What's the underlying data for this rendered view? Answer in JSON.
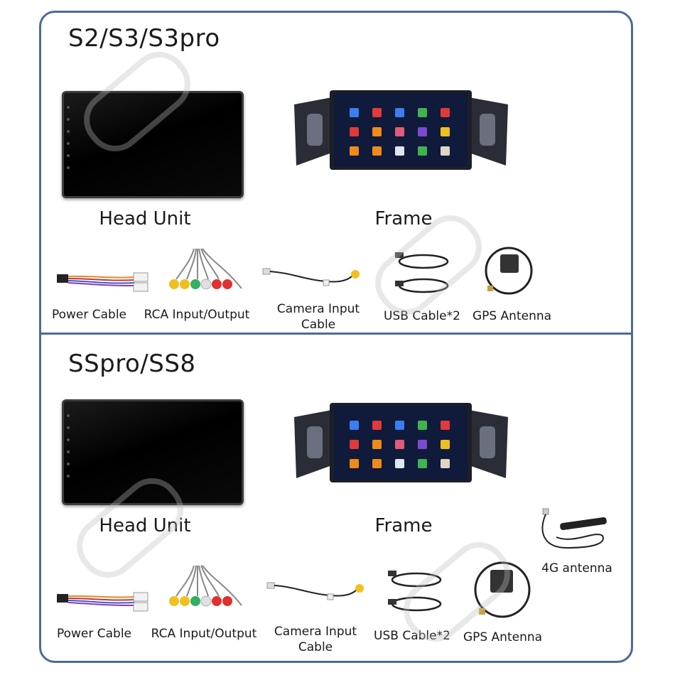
{
  "sections": [
    {
      "title": "S2/S3/S3pro",
      "head_unit_label": "Head Unit",
      "frame_label": "Frame",
      "accessories": [
        "Power Cable",
        "RCA Input/Output",
        "Camera Input Cable",
        "USB Cable*2",
        "GPS Antenna"
      ]
    },
    {
      "title": "SSpro/SS8",
      "head_unit_label": "Head Unit",
      "frame_label": "Frame",
      "accessories": [
        "Power Cable",
        "RCA Input/Output",
        "Camera Input Cable",
        "USB Cable*2",
        "GPS Antenna",
        "4G antenna"
      ]
    }
  ],
  "camera_label_lines": [
    "Camera Input",
    "Cable"
  ],
  "colors": {
    "border": "#4d6a97",
    "frame_plastic": "#2a2d36",
    "screen": "#000000"
  },
  "icons": [
    "power-cable-icon",
    "rca-cable-icon",
    "camera-cable-icon",
    "usb-cable-icon",
    "gps-antenna-icon",
    "4g-antenna-icon",
    "app-grid-icon"
  ]
}
